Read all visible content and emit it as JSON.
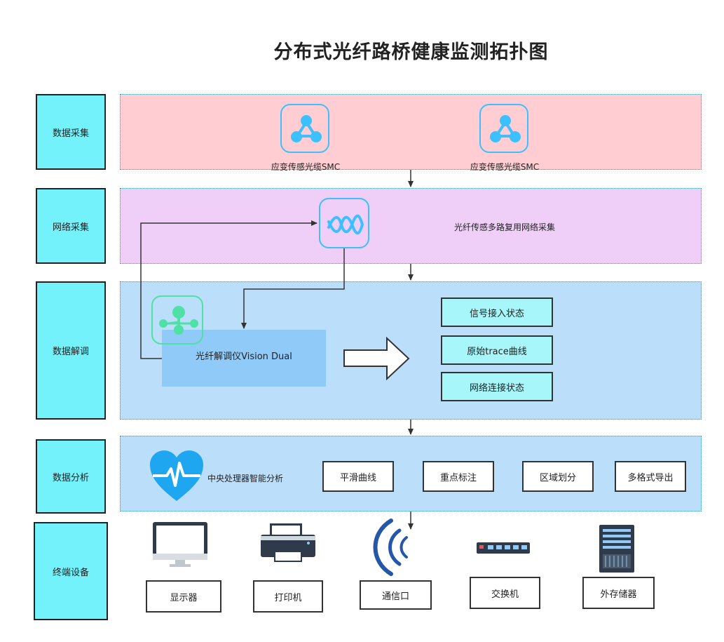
{
  "title": "分布式光纤路桥健康监测拓扑图",
  "layers": [
    {
      "label": "数据采集"
    },
    {
      "label": "网络采集"
    },
    {
      "label": "数据解调"
    },
    {
      "label": "数据分析"
    },
    {
      "label": "终端设备"
    }
  ],
  "acquisition": {
    "sensors": [
      {
        "label": "应变传感光缆SMC"
      },
      {
        "label": "应变传感光缆SMC"
      }
    ]
  },
  "network": {
    "label": "光纤传感多路复用网络采集"
  },
  "demodulation": {
    "device_label": "光纤解调仪Vision Dual",
    "statuses": [
      "信号接入状态",
      "原始trace曲线",
      "网络连接状态"
    ]
  },
  "analysis": {
    "label": "中央处理器智能分析",
    "functions": [
      "平滑曲线",
      "重点标注",
      "区域划分",
      "多格式导出"
    ]
  },
  "terminals": {
    "devices": [
      "显示器",
      "打印机",
      "通信口",
      "交换机",
      "外存储器"
    ]
  },
  "colors": {
    "layer_label_bg": "#73f2fb",
    "band_acquisition": "#ffcdd2",
    "band_network": "#efcef7",
    "band_demod": "#bbdefb",
    "band_analysis": "#bbdefb",
    "device_box": "#90caf9",
    "status_box": "#a6f6fa",
    "icon_border": "#3cc0ff"
  }
}
